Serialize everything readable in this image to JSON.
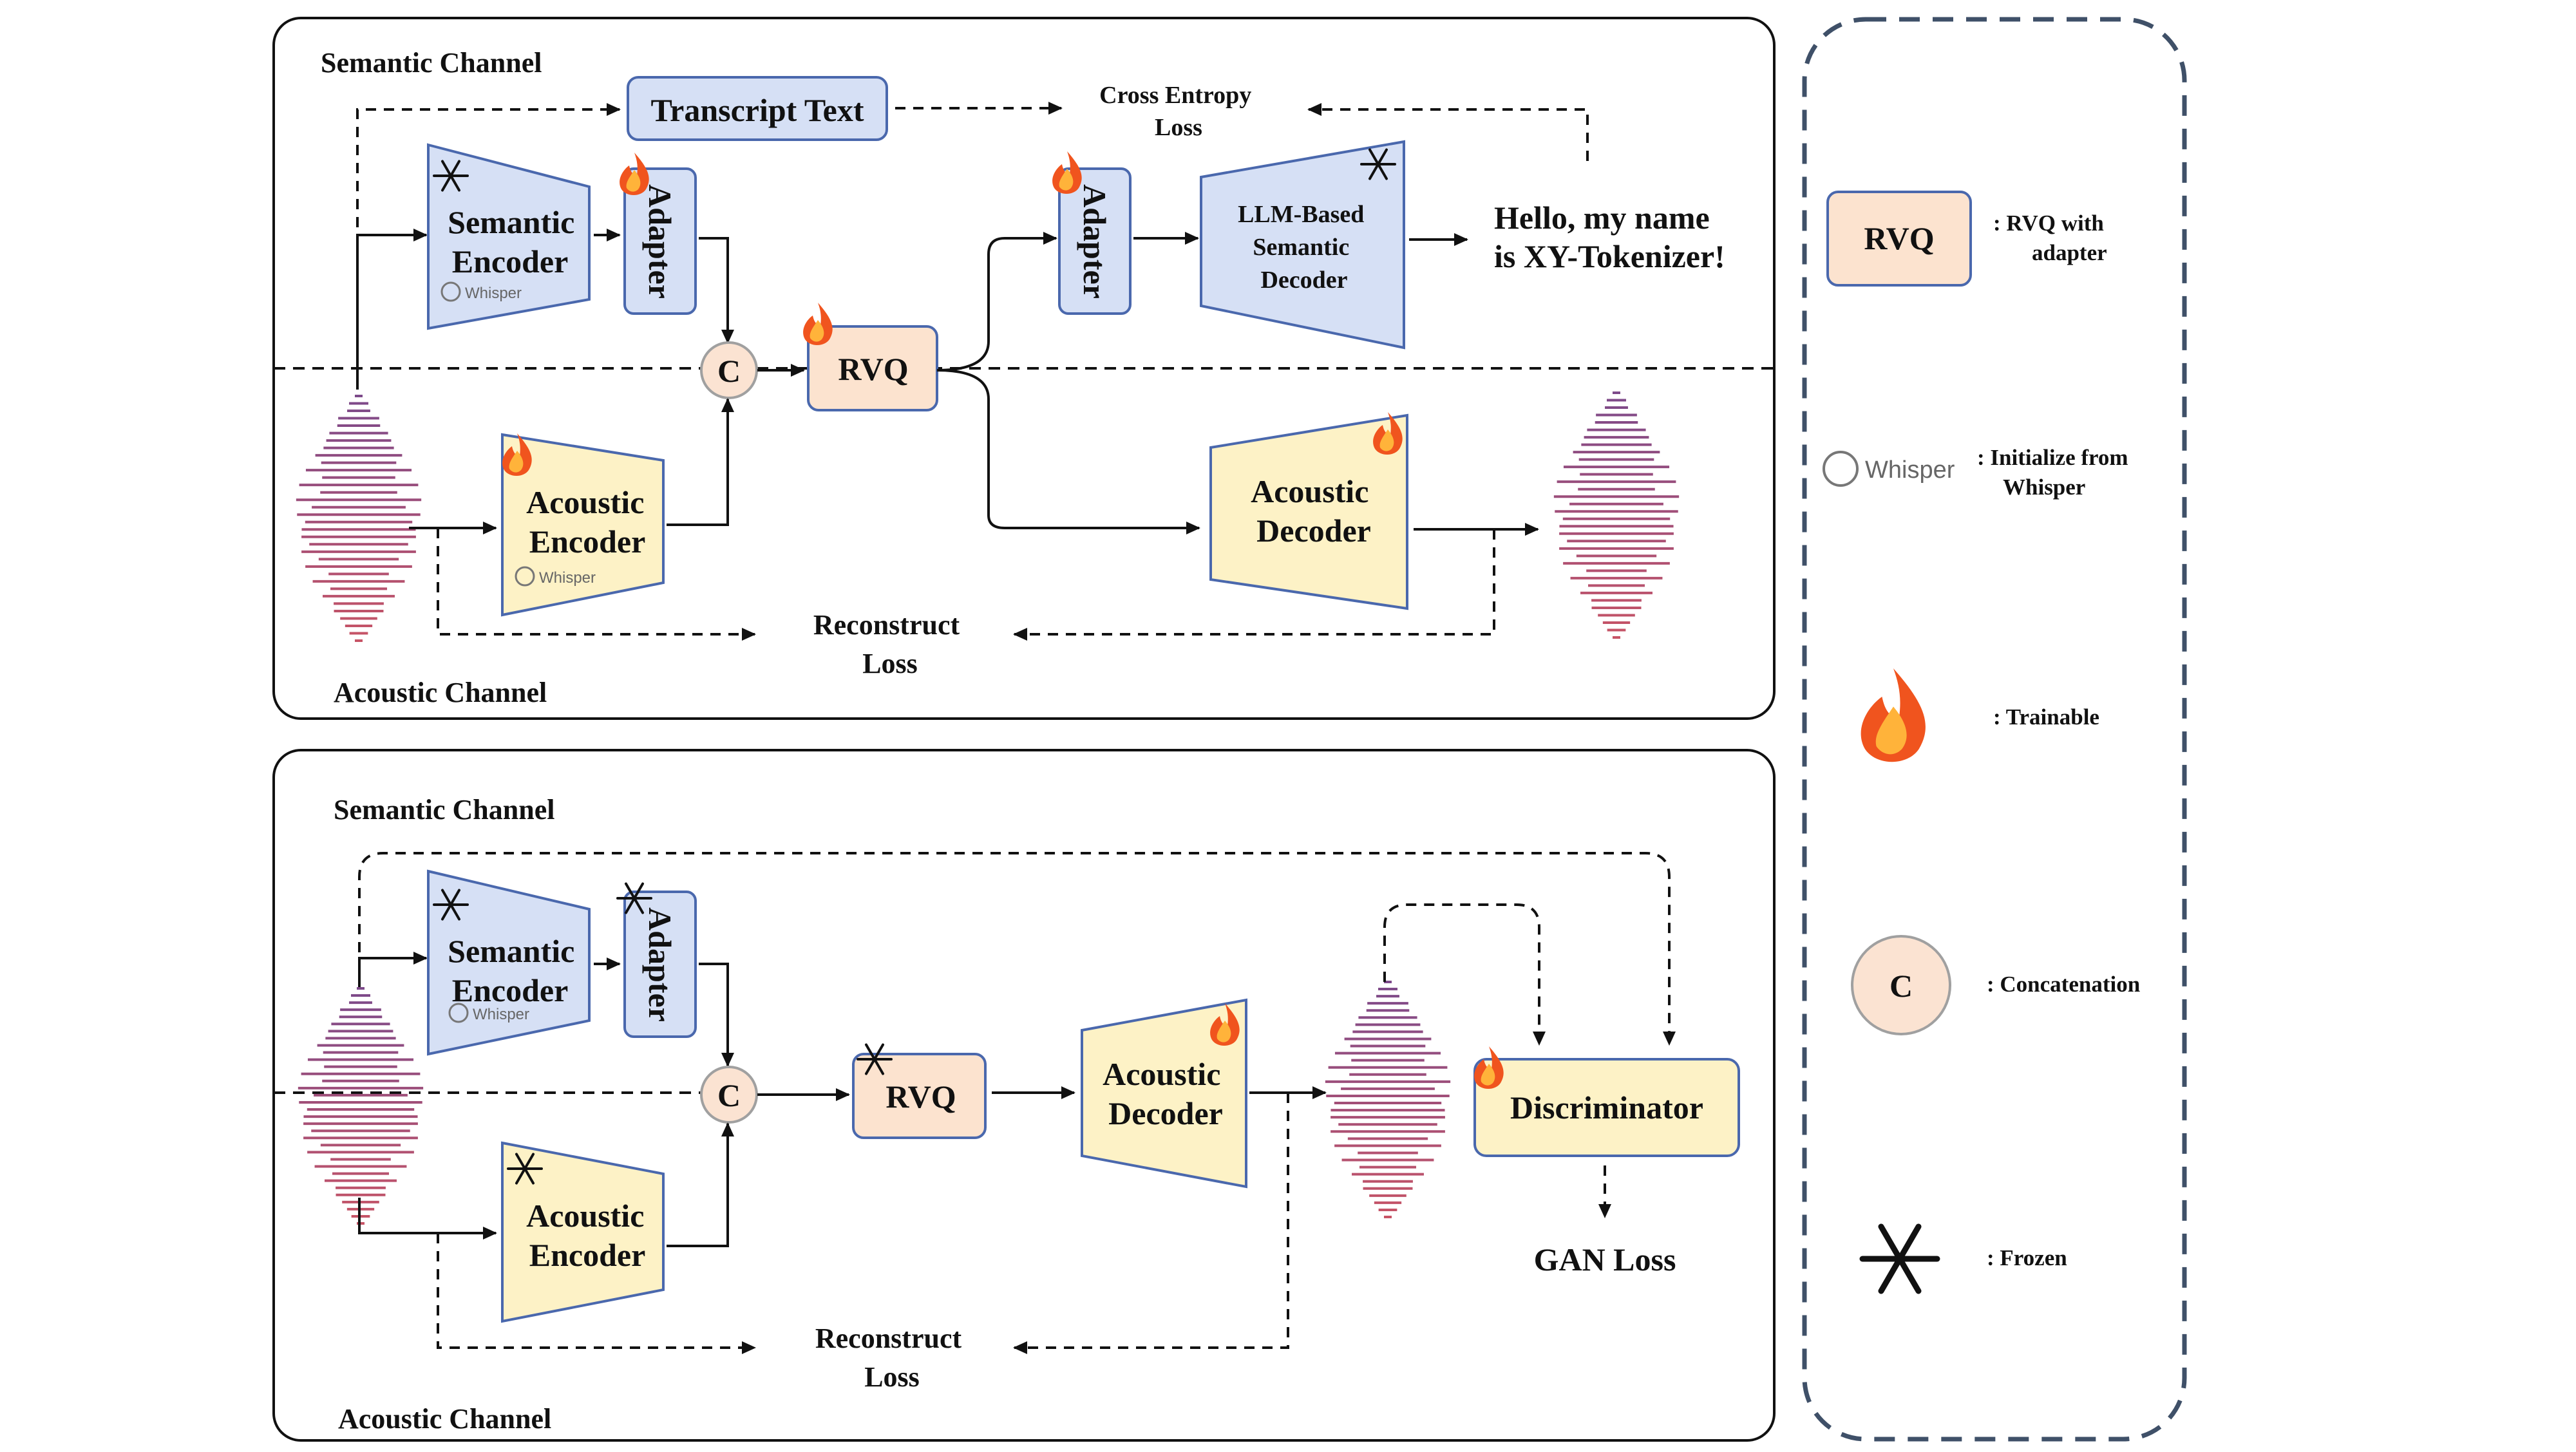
{
  "colors": {
    "semantic_fill": "#d6e0f5",
    "semantic_stroke": "#4a68ad",
    "acoustic_fill": "#fdf2c6",
    "acoustic_stroke": "#4a68ad",
    "rvq_fill": "#fce3cf",
    "concat_fill": "#fbe3d2",
    "legend_border": "#3f5068",
    "flame_outer": "#f0541e",
    "flame_inner": "#ffb33a",
    "wave_top": "#7d4a8a",
    "wave_bottom": "#c75466"
  },
  "top_panel": {
    "semantic_channel": "Semantic Channel",
    "acoustic_channel": "Acoustic Channel",
    "transcript_text": "Transcript Text",
    "cross_entropy_loss": [
      "Cross Entropy",
      "Loss"
    ],
    "semantic_encoder": [
      "Semantic",
      "Encoder"
    ],
    "adapter": "Adapter",
    "concat": "C",
    "rvq": "RVQ",
    "llm_decoder": [
      "LLM-Based",
      "Semantic",
      "Decoder"
    ],
    "output_text": [
      "Hello, my name",
      "is XY-Tokenizer!"
    ],
    "acoustic_encoder": [
      "Acoustic",
      "Encoder"
    ],
    "acoustic_decoder": [
      "Acoustic",
      "Decoder"
    ],
    "reconstruct_loss": [
      "Reconstruct",
      "Loss"
    ],
    "whisper_tag": "Whisper"
  },
  "bottom_panel": {
    "semantic_channel": "Semantic Channel",
    "acoustic_channel": "Acoustic Channel",
    "semantic_encoder": [
      "Semantic",
      "Encoder"
    ],
    "adapter": "Adapter",
    "concat": "C",
    "rvq": "RVQ",
    "acoustic_encoder": [
      "Acoustic",
      "Encoder"
    ],
    "acoustic_decoder": [
      "Acoustic",
      "Decoder"
    ],
    "discriminator": "Discriminator",
    "gan_loss": "GAN Loss",
    "reconstruct_loss": [
      "Reconstruct",
      "Loss"
    ],
    "whisper_tag": "Whisper"
  },
  "legend": {
    "rvq_box": "RVQ",
    "rvq_desc": [
      ":  RVQ with",
      "adapter"
    ],
    "whisper_logo": "Whisper",
    "whisper_desc": [
      ": Initialize from",
      "Whisper"
    ],
    "trainable_desc": ":  Trainable",
    "concat_box": "C",
    "concat_desc": ":  Concatenation",
    "frozen_desc": ":  Frozen"
  }
}
